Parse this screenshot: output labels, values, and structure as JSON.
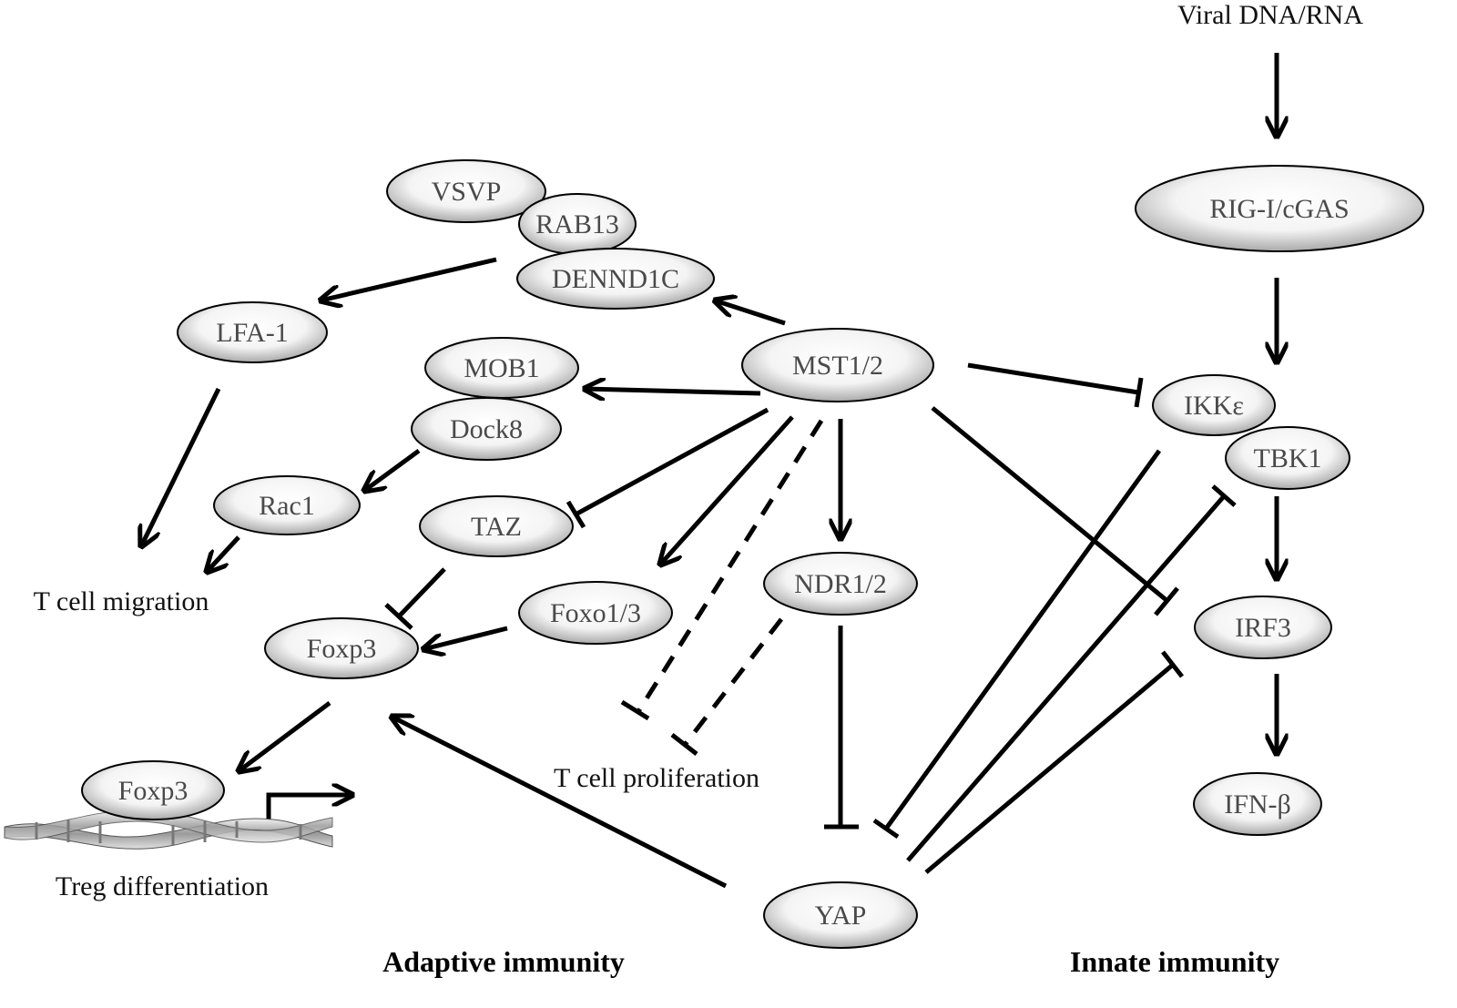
{
  "nodes": {
    "vsvp": "VSVP",
    "rab13": "RAB13",
    "dennd1c": "DENND1C",
    "lfa1": "LFA-1",
    "mob1": "MOB1",
    "dock8": "Dock8",
    "rac1": "Rac1",
    "taz": "TAZ",
    "foxp3": "Foxp3",
    "foxp3_dna": "Foxp3",
    "foxo13": "Foxo1/3",
    "mst12": "MST1/2",
    "ndr12": "NDR1/2",
    "yap": "YAP",
    "rigi": "RIG-I/cGAS",
    "ikke": "IKKε",
    "tbk1": "TBK1",
    "irf3": "IRF3",
    "ifnb": "IFN-β"
  },
  "labels": {
    "viral": "Viral DNA/RNA",
    "t_cell_migration": "T cell migration",
    "t_cell_proliferation": "T cell proliferation",
    "treg_differentiation": "Treg differentiation"
  },
  "sections": {
    "adaptive": "Adaptive immunity",
    "innate": "Innate immunity"
  },
  "colors": {
    "node_center": "#ffffff",
    "node_edge": "#9a9a9a",
    "line": "#000000"
  }
}
